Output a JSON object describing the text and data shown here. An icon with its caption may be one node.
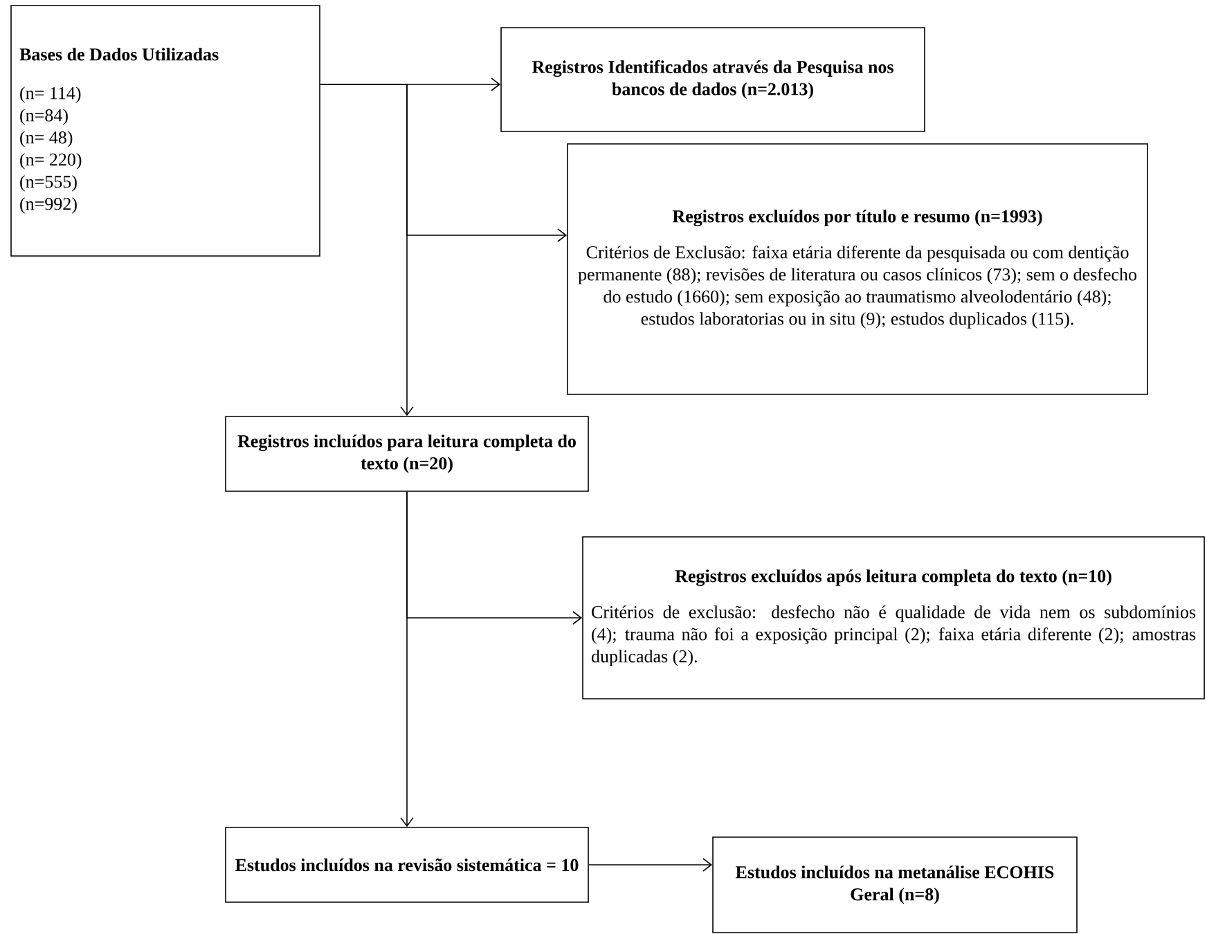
{
  "diagram": {
    "nodes": [
      {
        "text": [
          "Bases de Dados Utilizadas",
          "(n= 114)",
          "(n=84)",
          "(n= 48)",
          "(n= 220)",
          "(n=555)",
          "(n=992)"
        ]
      },
      {
        "text": [
          "Registros Identificados através da Pesquisa nos bancos de dados (n=2.013)"
        ]
      },
      {
        "text": [
          "Registros excluídos por título e resumo (n=1993)",
          "Critérios de Exclusão: faixa etária diferente da pesquisada ou com dentição permanente (88); revisões de literatura ou casos clínicos (73); sem o desfecho do estudo (1660); sem exposição ao traumatismo alveolodentário (48); estudos laboratorias ou in situ (9); estudos duplicados (115)."
        ]
      },
      {
        "text": [
          "Registros incluídos para leitura completa do texto (n=20)"
        ]
      },
      {
        "text": [
          "Registros excluídos após leitura completa do texto (n=10)",
          "Critérios de exclusão: desfecho não é qualidade de vida nem os subdomínios (4); trauma não foi a exposição principal (2); faixa etária diferente (2); amostras duplicadas (2)."
        ]
      },
      {
        "text": [
          "Estudos incluídos na revisão sistemática = 10"
        ]
      },
      {
        "text": [
          "Estudos incluídos na metanálise ECOHIS Geral (n=8)"
        ]
      }
    ],
    "edges": [
      {
        "from": 0,
        "to": 1,
        "arrow": "to"
      },
      {
        "from": 0,
        "to": 2,
        "arrow": "to"
      },
      {
        "from": 0,
        "to": 3,
        "arrow": "to"
      },
      {
        "from": 3,
        "to": 4,
        "arrow": "to"
      },
      {
        "from": 3,
        "to": 5,
        "arrow": "to"
      },
      {
        "from": 5,
        "to": 6,
        "arrow": "to"
      }
    ]
  }
}
